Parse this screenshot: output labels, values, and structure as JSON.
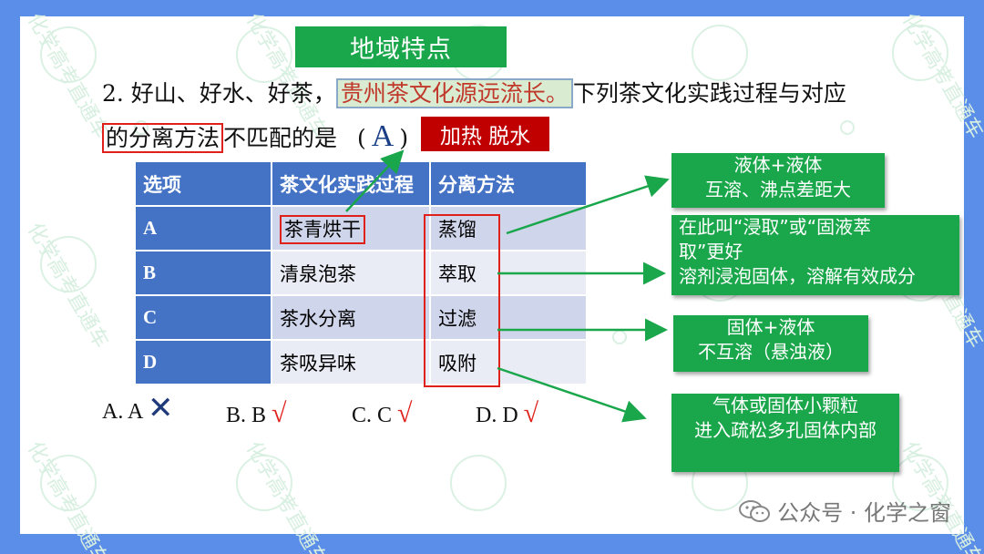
{
  "title": "地域特点",
  "question": {
    "line1_prefix": "2. 好山、好水、好茶，",
    "line1_highlight": "贵州茶文化源远流长。",
    "line1_suffix": "下列茶文化实践过程与对应",
    "line2_boxed": "的分离方法",
    "line2_rest": "不匹配的是",
    "paren_open": "(",
    "answer": "A",
    "paren_close": ")"
  },
  "red_tag": "加热 脱水",
  "table": {
    "headers": [
      "选项",
      "茶文化实践过程",
      "分离方法"
    ],
    "rows": [
      {
        "option": "A",
        "process": "茶青烘干",
        "method": "蒸馏"
      },
      {
        "option": "B",
        "process": "清泉泡茶",
        "method": "萃取"
      },
      {
        "option": "C",
        "process": "茶水分离",
        "method": "过滤"
      },
      {
        "option": "D",
        "process": "茶吸异味",
        "method": "吸附"
      }
    ]
  },
  "choices": [
    {
      "label": "A. A",
      "mark": "✕"
    },
    {
      "label": "B. B",
      "mark": "√"
    },
    {
      "label": "C. C",
      "mark": "√"
    },
    {
      "label": "D. D",
      "mark": "√"
    }
  ],
  "notes": [
    {
      "lines": [
        "液体+液体",
        "互溶、沸点差距大"
      ]
    },
    {
      "lines": [
        "在此叫“浸取”或“固液萃",
        "取”更好",
        "溶剂浸泡固体，溶解有效成分"
      ]
    },
    {
      "lines": [
        "固体+液体",
        "不互溶（悬浊液）"
      ]
    },
    {
      "lines": [
        "气体或固体小颗粒",
        "进入疏松多孔固体内部"
      ]
    }
  ],
  "watermark": {
    "text": "公众号 · 化学之窗",
    "bg_text": "化学高考直通车"
  },
  "colors": {
    "background": "#5b8ee8",
    "green": "#1aa64a",
    "red": "#c00000",
    "table_header": "#4472c4"
  }
}
